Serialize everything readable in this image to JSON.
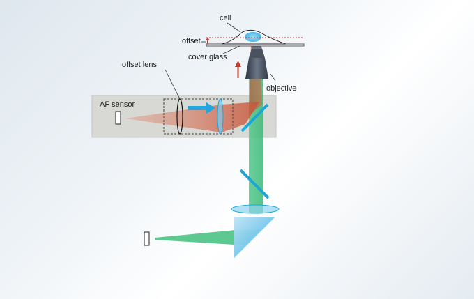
{
  "labels": {
    "cell": "cell",
    "offset": "offset",
    "cover_glass": "cover glass",
    "objective": "objective",
    "offset_lens": "offset lens",
    "af_sensor": "AF sensor"
  },
  "colors": {
    "background": "#e7eef4",
    "af_box": "#d9d9d6",
    "green_beam": "#3fc47a",
    "red_beam": "#d8684a",
    "mirror": "#1aa7d8",
    "arrow_blue": "#22a6e0",
    "arrow_red": "#c0392b",
    "offset_line": "#d03030"
  }
}
